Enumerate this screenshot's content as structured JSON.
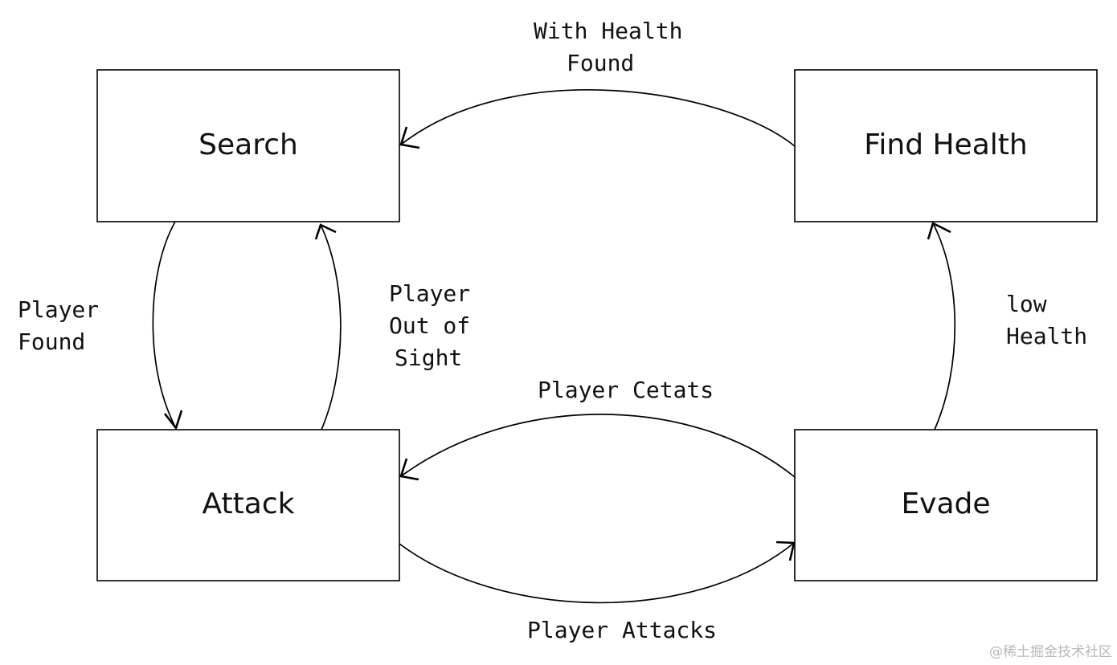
{
  "diagram": {
    "nodes": [
      {
        "id": "search",
        "label": "Search"
      },
      {
        "id": "find-health",
        "label": "Find Health"
      },
      {
        "id": "attack",
        "label": "Attack"
      },
      {
        "id": "evade",
        "label": "Evade"
      }
    ],
    "edges": [
      {
        "id": "health-found",
        "from": "find-health",
        "to": "search",
        "label_lines": [
          "With Health",
          "Found"
        ]
      },
      {
        "id": "player-found",
        "from": "search",
        "to": "attack",
        "label_lines": [
          "Player",
          "Found"
        ]
      },
      {
        "id": "out-of-sight",
        "from": "attack",
        "to": "search",
        "label_lines": [
          "Player",
          "Out of",
          "Sight"
        ]
      },
      {
        "id": "low-health",
        "from": "evade",
        "to": "find-health",
        "label_lines": [
          "low",
          "Health"
        ]
      },
      {
        "id": "player-cetats",
        "from": "evade",
        "to": "attack",
        "label_lines": [
          "Player Cetats"
        ]
      },
      {
        "id": "player-attacks",
        "from": "attack",
        "to": "evade",
        "label_lines": [
          "Player Attacks"
        ]
      }
    ]
  },
  "watermark": "@稀土掘金技术社区"
}
